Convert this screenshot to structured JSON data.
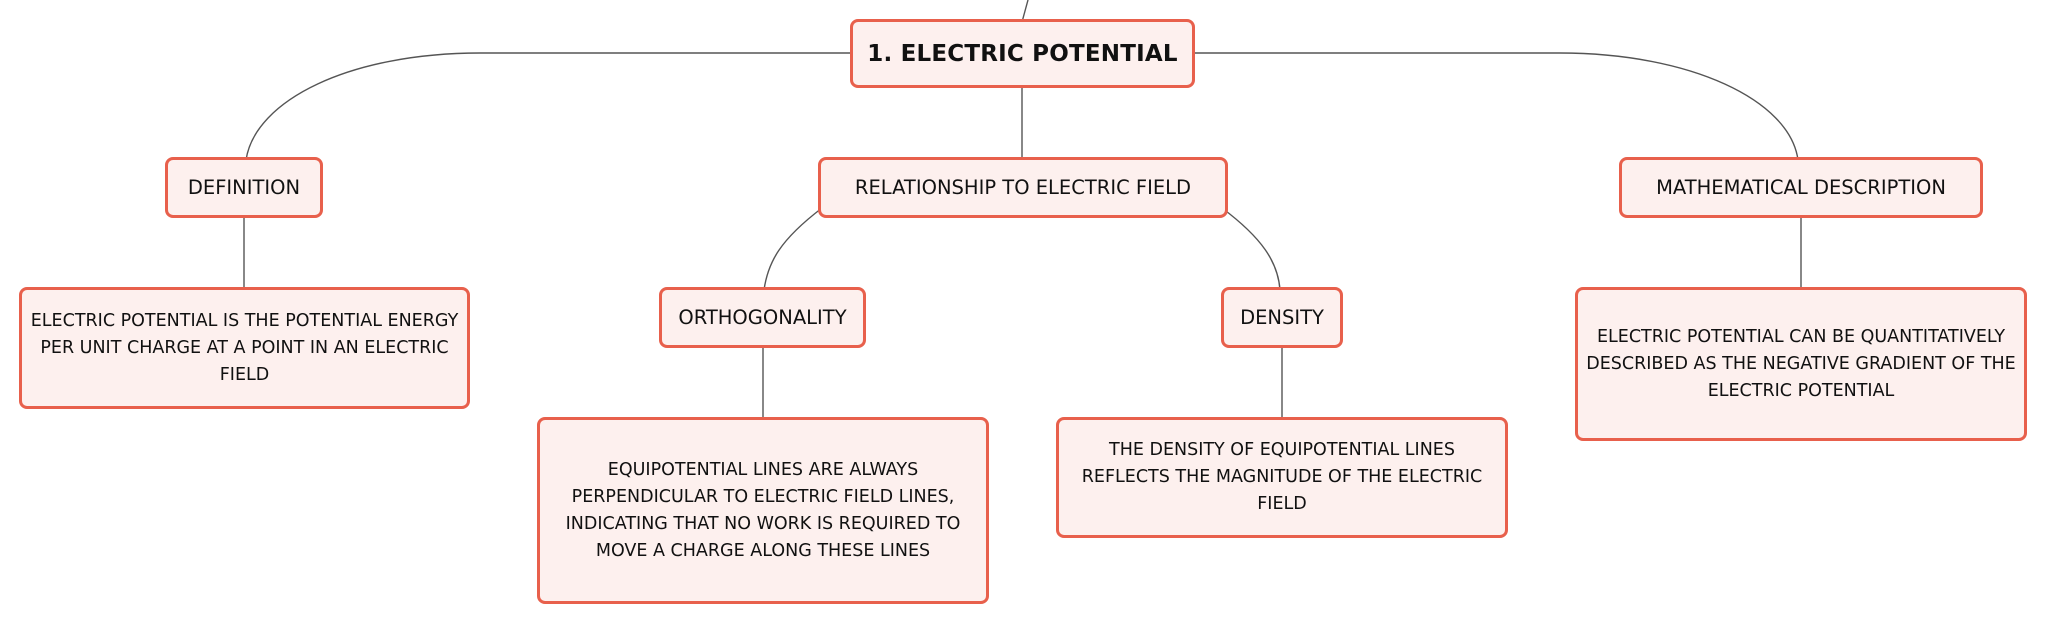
{
  "colors": {
    "node_border": "#e8604c",
    "node_fill": "#fdf0ee",
    "connector": "#555555"
  },
  "root": {
    "label": "1. ELECTRIC POTENTIAL"
  },
  "branches": {
    "definition": {
      "label": "DEFINITION",
      "detail": "ELECTRIC POTENTIAL IS THE POTENTIAL ENERGY PER UNIT CHARGE AT A POINT IN AN ELECTRIC FIELD"
    },
    "relationship": {
      "label": "RELATIONSHIP TO ELECTRIC FIELD",
      "orthogonality": {
        "label": "ORTHOGONALITY",
        "detail": "EQUIPOTENTIAL LINES ARE ALWAYS PERPENDICULAR TO ELECTRIC FIELD LINES, INDICATING THAT NO WORK IS REQUIRED TO MOVE A CHARGE ALONG THESE LINES"
      },
      "density": {
        "label": "DENSITY",
        "detail": "THE DENSITY OF EQUIPOTENTIAL LINES REFLECTS THE MAGNITUDE OF THE ELECTRIC FIELD"
      }
    },
    "mathematical": {
      "label": "MATHEMATICAL DESCRIPTION",
      "detail": "ELECTRIC POTENTIAL CAN BE QUANTITATIVELY DESCRIBED AS THE NEGATIVE GRADIENT OF THE ELECTRIC POTENTIAL"
    }
  }
}
